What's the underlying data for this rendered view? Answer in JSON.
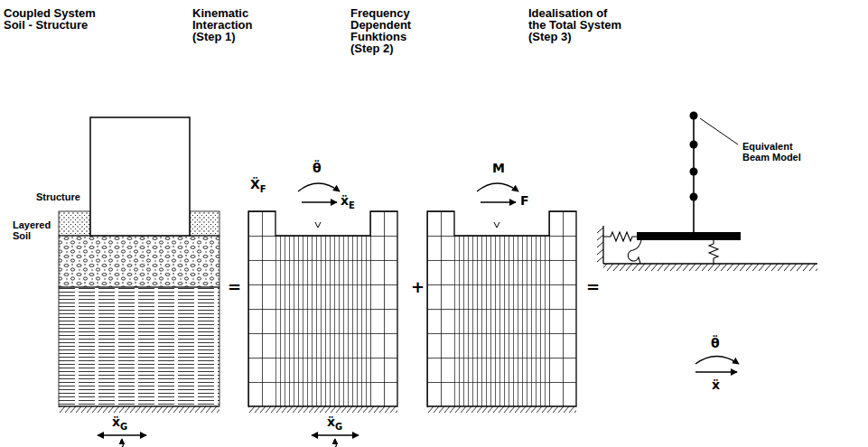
{
  "diagram": {
    "labels": [
      "Coupled System Soil - Structure",
      "Kinematic Interaction (Step 1)",
      "Frequency Dependent Funktions (Step 2)",
      "Idealisation of the Total System (Step 3)",
      "Structure",
      "Layered Soil",
      "ẍG",
      "=",
      "ẌF",
      "θ̈",
      "ẍE",
      "ẍG",
      "+",
      "M",
      "F",
      "=",
      "Equivalent Beam Model",
      "θ̈",
      "ẍ"
    ]
  }
}
